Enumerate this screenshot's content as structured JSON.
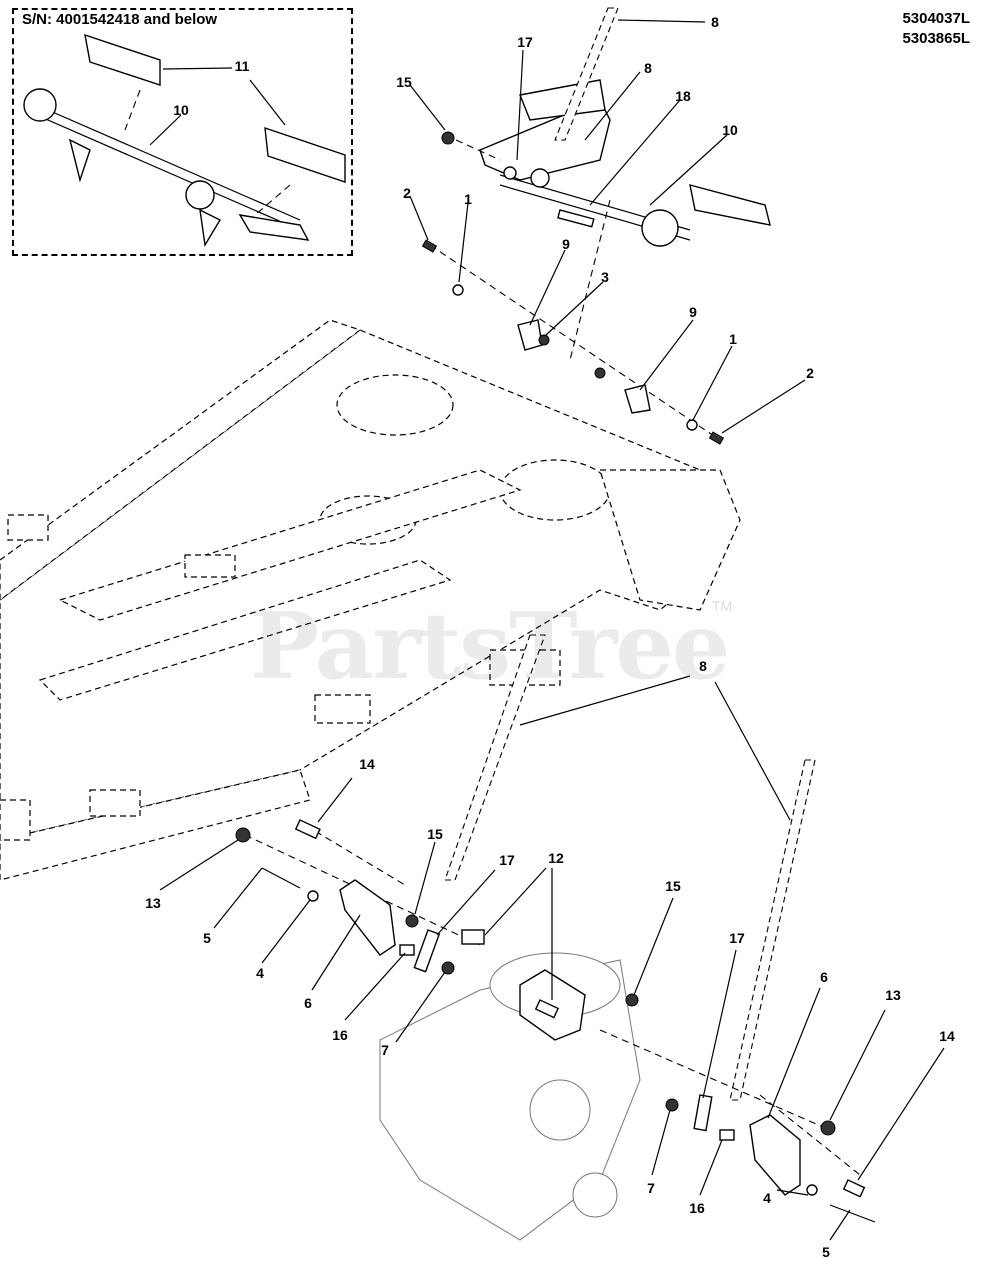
{
  "header": {
    "inset_label": "S/N: 4001542418 and below",
    "codes": [
      "5304037L",
      "5303865L"
    ]
  },
  "watermark": {
    "text": "PartsTree",
    "tm": "TM"
  },
  "callouts": [
    {
      "id": "inset-11",
      "label": "11"
    },
    {
      "id": "inset-10",
      "label": "10"
    },
    {
      "id": "c8-top",
      "label": "8"
    },
    {
      "id": "c17-top",
      "label": "17"
    },
    {
      "id": "c8-top2",
      "label": "8"
    },
    {
      "id": "c15-top",
      "label": "15"
    },
    {
      "id": "c18",
      "label": "18"
    },
    {
      "id": "c10",
      "label": "10"
    },
    {
      "id": "c2-left",
      "label": "2"
    },
    {
      "id": "c1-left",
      "label": "1"
    },
    {
      "id": "c9-left",
      "label": "9"
    },
    {
      "id": "c3",
      "label": "3"
    },
    {
      "id": "c9-right",
      "label": "9"
    },
    {
      "id": "c1-right",
      "label": "1"
    },
    {
      "id": "c2-right",
      "label": "2"
    },
    {
      "id": "c8-mid",
      "label": "8"
    },
    {
      "id": "c14-left",
      "label": "14"
    },
    {
      "id": "c15-mid",
      "label": "15"
    },
    {
      "id": "c17-mid",
      "label": "17"
    },
    {
      "id": "c12",
      "label": "12"
    },
    {
      "id": "c13-left",
      "label": "13"
    },
    {
      "id": "c5-left",
      "label": "5"
    },
    {
      "id": "c4-left",
      "label": "4"
    },
    {
      "id": "c6-left",
      "label": "6"
    },
    {
      "id": "c16-left",
      "label": "16"
    },
    {
      "id": "c7-left",
      "label": "7"
    },
    {
      "id": "c15-right",
      "label": "15"
    },
    {
      "id": "c17-right",
      "label": "17"
    },
    {
      "id": "c6-right",
      "label": "6"
    },
    {
      "id": "c13-right",
      "label": "13"
    },
    {
      "id": "c14-right",
      "label": "14"
    },
    {
      "id": "c7-right",
      "label": "7"
    },
    {
      "id": "c16-right",
      "label": "16"
    },
    {
      "id": "c4-right",
      "label": "4"
    },
    {
      "id": "c5-right",
      "label": "5"
    }
  ]
}
